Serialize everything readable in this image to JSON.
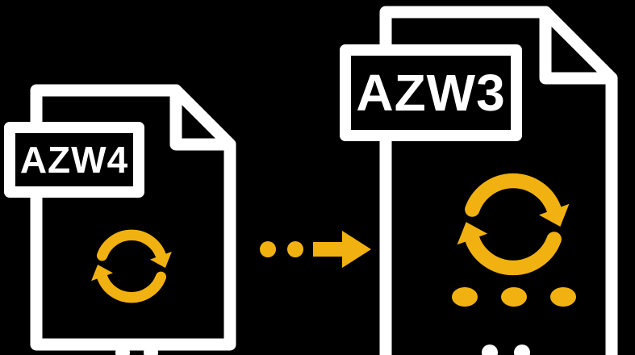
{
  "illustration": {
    "source_file": {
      "label": "AZW4"
    },
    "target_file": {
      "label": "AZW3"
    },
    "colors": {
      "background": "#000000",
      "outline": "#ffffff",
      "accent": "#F1B211",
      "file_fill": "#000000"
    },
    "icons": {
      "sync": "sync-arrows-icon",
      "arrow": "right-arrow-icon",
      "dots": "ellipsis-dots"
    }
  }
}
